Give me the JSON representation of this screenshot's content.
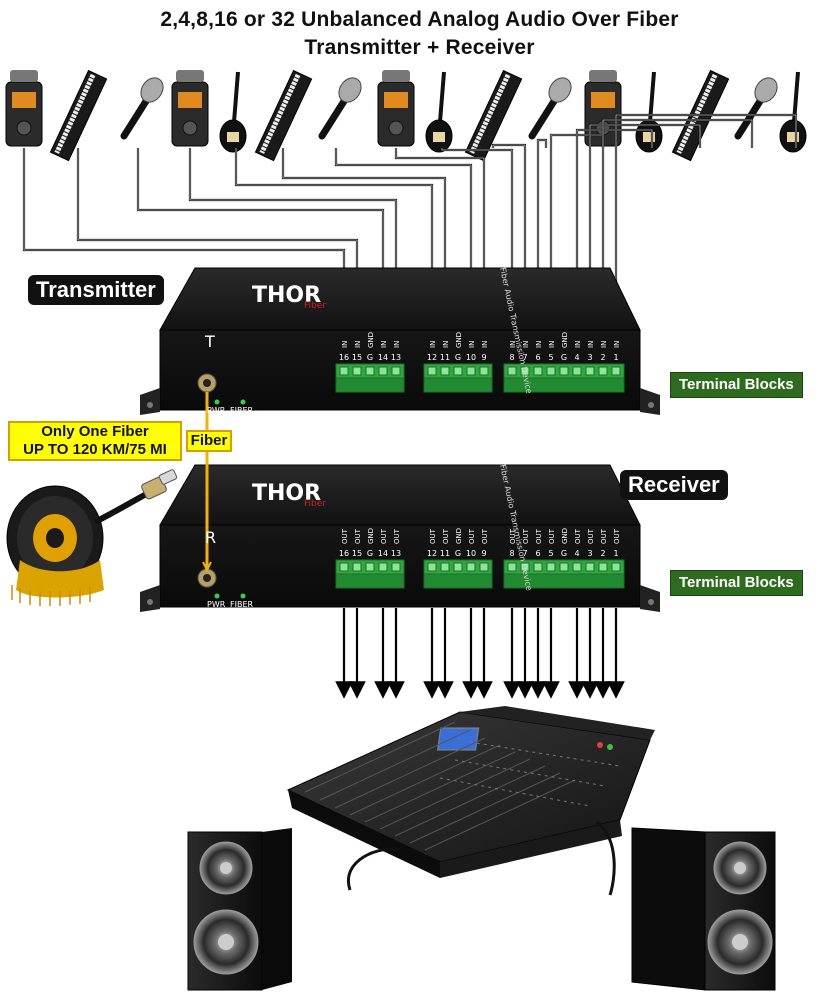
{
  "title": {
    "line1": "2,4,8,16 or 32 Unbalanced Analog Audio Over Fiber",
    "line2": "Transmitter + Receiver"
  },
  "labels": {
    "transmitter": "Transmitter",
    "receiver": "Receiver",
    "terminal_blocks": "Terminal Blocks",
    "fiber": "Fiber",
    "only_one_fiber": "Only One Fiber",
    "distance": "UP TO 120 KM/75 MI"
  },
  "transmitter": {
    "panel_letter": "T",
    "brand": "THOR",
    "brand_sub": "Fiber",
    "led_pwr": "PWR",
    "led_fiber": "FIBER",
    "signal_label": "IN",
    "ground_label": "GND",
    "top_text": "Fiber Audio Transmission Device"
  },
  "receiver": {
    "panel_letter": "R",
    "brand": "THOR",
    "brand_sub": "Fiber",
    "led_pwr": "PWR",
    "led_fiber": "FIBER",
    "signal_label": "OUT",
    "ground_label": "GND",
    "top_text": "Fiber Audio Transmission Device"
  },
  "terminal_groups": [
    [
      "16",
      "15",
      "G",
      "14",
      "13"
    ],
    [
      "12",
      "11",
      "G",
      "10",
      "9"
    ],
    [
      "8",
      "7",
      "6",
      "5",
      "G",
      "4",
      "3",
      "2",
      "1"
    ]
  ],
  "sources": [
    "recorder",
    "keyboard",
    "microphone",
    "recorder",
    "guitar",
    "keyboard",
    "microphone",
    "recorder",
    "guitar",
    "keyboard",
    "microphone",
    "recorder",
    "guitar",
    "keyboard",
    "microphone",
    "guitar"
  ],
  "colors": {
    "device_body": "#1c1c1c",
    "terminal_green": "#2fa83f",
    "tag_green": "#2e6b1f",
    "fiber_yellow": "#f0b400",
    "tag_yellow": "#ffff00"
  }
}
